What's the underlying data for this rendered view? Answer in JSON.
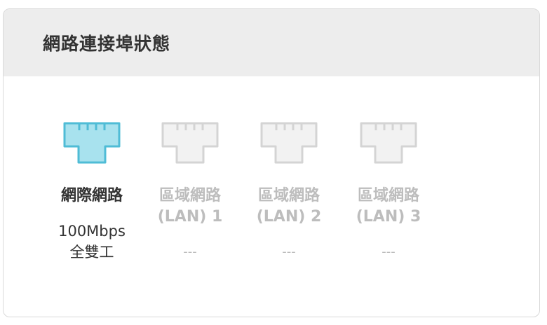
{
  "panel": {
    "title": "網路連接埠狀態"
  },
  "colors": {
    "active_icon_stroke": "#4fbcd6",
    "active_icon_fill": "#a8e2ee",
    "inactive_icon_stroke": "#d4d4d4",
    "inactive_icon_fill": "#f2f2f2"
  },
  "ports": [
    {
      "icon": "ethernet-port-icon",
      "label": "網際網路",
      "status": "100Mbps\n全雙工",
      "active": true
    },
    {
      "icon": "ethernet-port-icon",
      "label": "區域網路\n(LAN) 1",
      "status": "---",
      "active": false
    },
    {
      "icon": "ethernet-port-icon",
      "label": "區域網路\n(LAN) 2",
      "status": "---",
      "active": false
    },
    {
      "icon": "ethernet-port-icon",
      "label": "區域網路\n(LAN) 3",
      "status": "---",
      "active": false
    }
  ]
}
